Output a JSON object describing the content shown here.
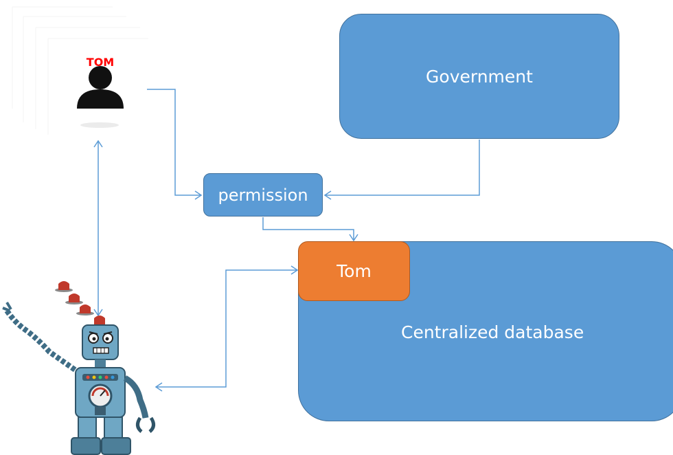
{
  "person": {
    "name": "TOM"
  },
  "boxes": {
    "government": "Government",
    "permission": "permission",
    "database": "Centralized database",
    "record": "Tom"
  },
  "icons": [
    "person-icon",
    "robot-icon",
    "siren-icon"
  ],
  "colors": {
    "box_fill": "#5b9bd5",
    "box_border": "#41719c",
    "record_fill": "#ed7d31",
    "connector": "#5b9bd5",
    "person_name": "#ff0000"
  }
}
